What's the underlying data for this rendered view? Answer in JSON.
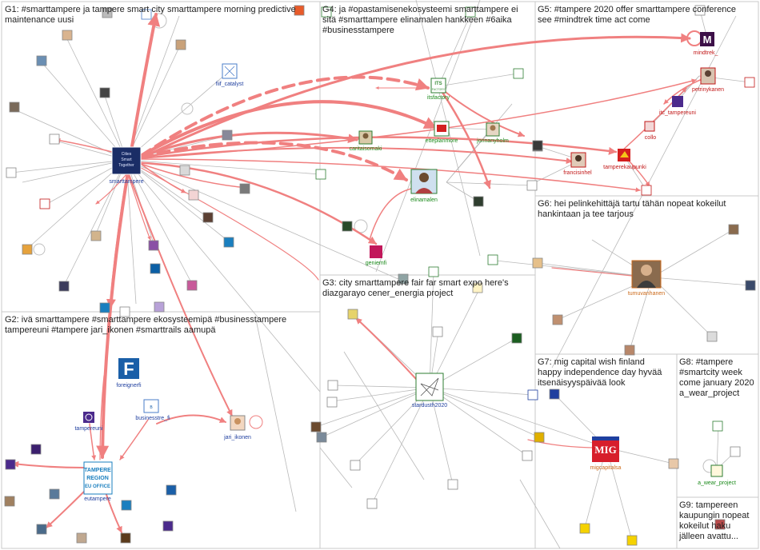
{
  "colors": {
    "group_border": "#c8c8c8",
    "edge_gray": "#b9b9b9",
    "edge_red": "#f08080",
    "edge_red_strong": "#ee4444",
    "node_border": "#2e7d32",
    "label_blue": "#1f3f9f",
    "label_green": "#1b8a1b",
    "label_red": "#c21818",
    "label_orange": "#cc6a1a",
    "text": "#222222"
  },
  "groups": [
    {
      "id": "G1",
      "lines": [
        "G1: #smarttampere ja tampere smart city smarttampere morning predictive",
        "maintenance uusi"
      ]
    },
    {
      "id": "G2",
      "lines": [
        "G2: ivä smarttampere #smarttampere ekosysteemipä #businesstampere",
        "tampereuni #tampere jari_ikonen #smarttrails aamupä"
      ]
    },
    {
      "id": "G3",
      "lines": [
        "G3: city smarttampere fair far smart expo here's",
        "diazgarayo cener_energia project"
      ]
    },
    {
      "id": "G4",
      "lines": [
        "G4: ja #opastamisenekosysteemi smarttampere ei",
        "sitä #smarttampere elinamalen hankkeen #6aika",
        "#businesstampere"
      ]
    },
    {
      "id": "G5",
      "lines": [
        "G5: #tampere 2020 offer smarttampere conference",
        "see #mindtrek time act come"
      ]
    },
    {
      "id": "G6",
      "lines": [
        "G6: hei pelinkehittäjä tartu tähän nopeat kokeilut",
        "hankintaan ja tee tarjous"
      ]
    },
    {
      "id": "G7",
      "lines": [
        "G7: mig capital wish finland",
        "happy independence day hyvää",
        "itsenäisyyspäivää look"
      ]
    },
    {
      "id": "G8",
      "lines": [
        "G8: #tampere",
        "#smartcity week",
        "come january 2020",
        "a_wear_project"
      ]
    },
    {
      "id": "G9",
      "lines": [
        "G9: tampereen",
        "kaupungin nopeat",
        "kokeilut haku",
        "jälleen avattu..."
      ]
    }
  ],
  "nodes": [
    {
      "id": "smarttampere",
      "label": "smarttampere",
      "icon": "smart-tampere-logo",
      "color": "#1f3f9f"
    },
    {
      "id": "fiif_catalyst",
      "label": "fiif_catalyst",
      "icon": "network-logo",
      "color": "#1f3f9f"
    },
    {
      "id": "foreignerfi",
      "label": "foreignerfi",
      "icon": "foreigner-f-logo",
      "color": "#1f3f9f"
    },
    {
      "id": "tampereuni",
      "label": "tampereuni",
      "icon": "university-logo",
      "color": "#1f3f9f"
    },
    {
      "id": "businesstre_fi",
      "label": "businesstre_fi",
      "icon": "business-tampere-logo",
      "color": "#1f3f9f"
    },
    {
      "id": "jari_ikonen",
      "label": "jari_ikonen",
      "icon": "avatar",
      "color": "#1f3f9f"
    },
    {
      "id": "eutampere",
      "label": "eutampere",
      "icon": "tampere-region-logo",
      "color": "#1f3f9f"
    },
    {
      "id": "itsfactory",
      "label": "itsfactory",
      "icon": "its-factory-logo",
      "color": "#1b8a1b"
    },
    {
      "id": "etteplanmore",
      "label": "etteplanmore",
      "icon": "etteplan-logo",
      "color": "#1b8a1b"
    },
    {
      "id": "jonnanyholm",
      "label": "jonnanyholm",
      "icon": "avatar",
      "color": "#1b8a1b"
    },
    {
      "id": "caritaisomaki",
      "label": "caritaisomaki",
      "icon": "avatar",
      "color": "#1b8a1b"
    },
    {
      "id": "elinamalen",
      "label": "elinamalen",
      "icon": "avatar",
      "color": "#1b8a1b"
    },
    {
      "id": "geniemfi",
      "label": "geniemfi",
      "icon": "geniem-logo",
      "color": "#1b8a1b"
    },
    {
      "id": "stardusth2020",
      "label": "stardusth2020",
      "icon": "stardust-logo",
      "color": "#1f3f9f"
    },
    {
      "id": "mindtrek_",
      "label": "mindtrek_",
      "icon": "mindtrek-logo",
      "color": "#c21818"
    },
    {
      "id": "petrinykanen",
      "label": "petrinykanen",
      "icon": "avatar",
      "color": "#c21818"
    },
    {
      "id": "itc_tampereuni",
      "label": "itc_tampereuni",
      "icon": "itc-logo",
      "color": "#c21818"
    },
    {
      "id": "collo",
      "label": "collo",
      "icon": "avatar",
      "color": "#c21818"
    },
    {
      "id": "francisinhel",
      "label": "francisinhel",
      "icon": "avatar",
      "color": "#c21818"
    },
    {
      "id": "tamperekaupunki",
      "label": "tamperekaupunki",
      "icon": "tampere-city-logo",
      "color": "#c21818"
    },
    {
      "id": "tumuvanhanen",
      "label": "tumuvanhanen",
      "icon": "avatar",
      "color": "#cc6a1a"
    },
    {
      "id": "migcapitalsa",
      "label": "migcapitalsa",
      "icon": "mig-logo",
      "color": "#cc6a1a"
    },
    {
      "id": "a_wear_project",
      "label": "a_wear_project",
      "icon": "awear-logo",
      "color": "#1b8a1b"
    }
  ],
  "logo_text": {
    "smarttampere": [
      "Cities",
      "Smart",
      "Together"
    ],
    "foreignerfi": "F",
    "eutampere": [
      "TAMPERE",
      "REGION",
      "EU OFFICE"
    ],
    "itsfactory": [
      "ITS",
      "FACTORY"
    ],
    "mig": "MIG",
    "mindtrek": "M"
  }
}
